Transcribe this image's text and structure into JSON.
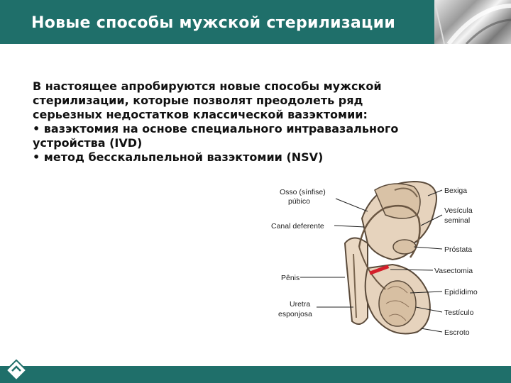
{
  "slide": {
    "title": "Новые способы мужской стерилизации",
    "paragraphs": [
      "В настоящее апробируются новые способы мужской",
      "стерилизации, которые позволят преодолеть ряд",
      "серьезных недостатков классической вазэктомии:",
      "• вазэктомия на основе специального интравазального",
      "устройства (IVD)",
      "• метод бесскальпельной вазэктомии (NSV)"
    ]
  },
  "figure": {
    "labels_left": {
      "osso_line1": "Osso (sínfise)",
      "osso_line2": "púbico",
      "canal": "Canal deferente",
      "penis": "Pênis",
      "uretra_line1": "Uretra",
      "uretra_line2": "esponjosa"
    },
    "labels_right": {
      "bexiga": "Bexiga",
      "vesicula_line1": "Vesícula",
      "vesicula_line2": "seminal",
      "prostata": "Próstata",
      "vasectomia": "Vasectomia",
      "epididimo": "Epidídimo",
      "testiculo": "Testículo",
      "escroto": "Escroto"
    }
  },
  "colors": {
    "title_bar": "#1f6f6a",
    "vasectomy_mark": "#d41f2a"
  }
}
